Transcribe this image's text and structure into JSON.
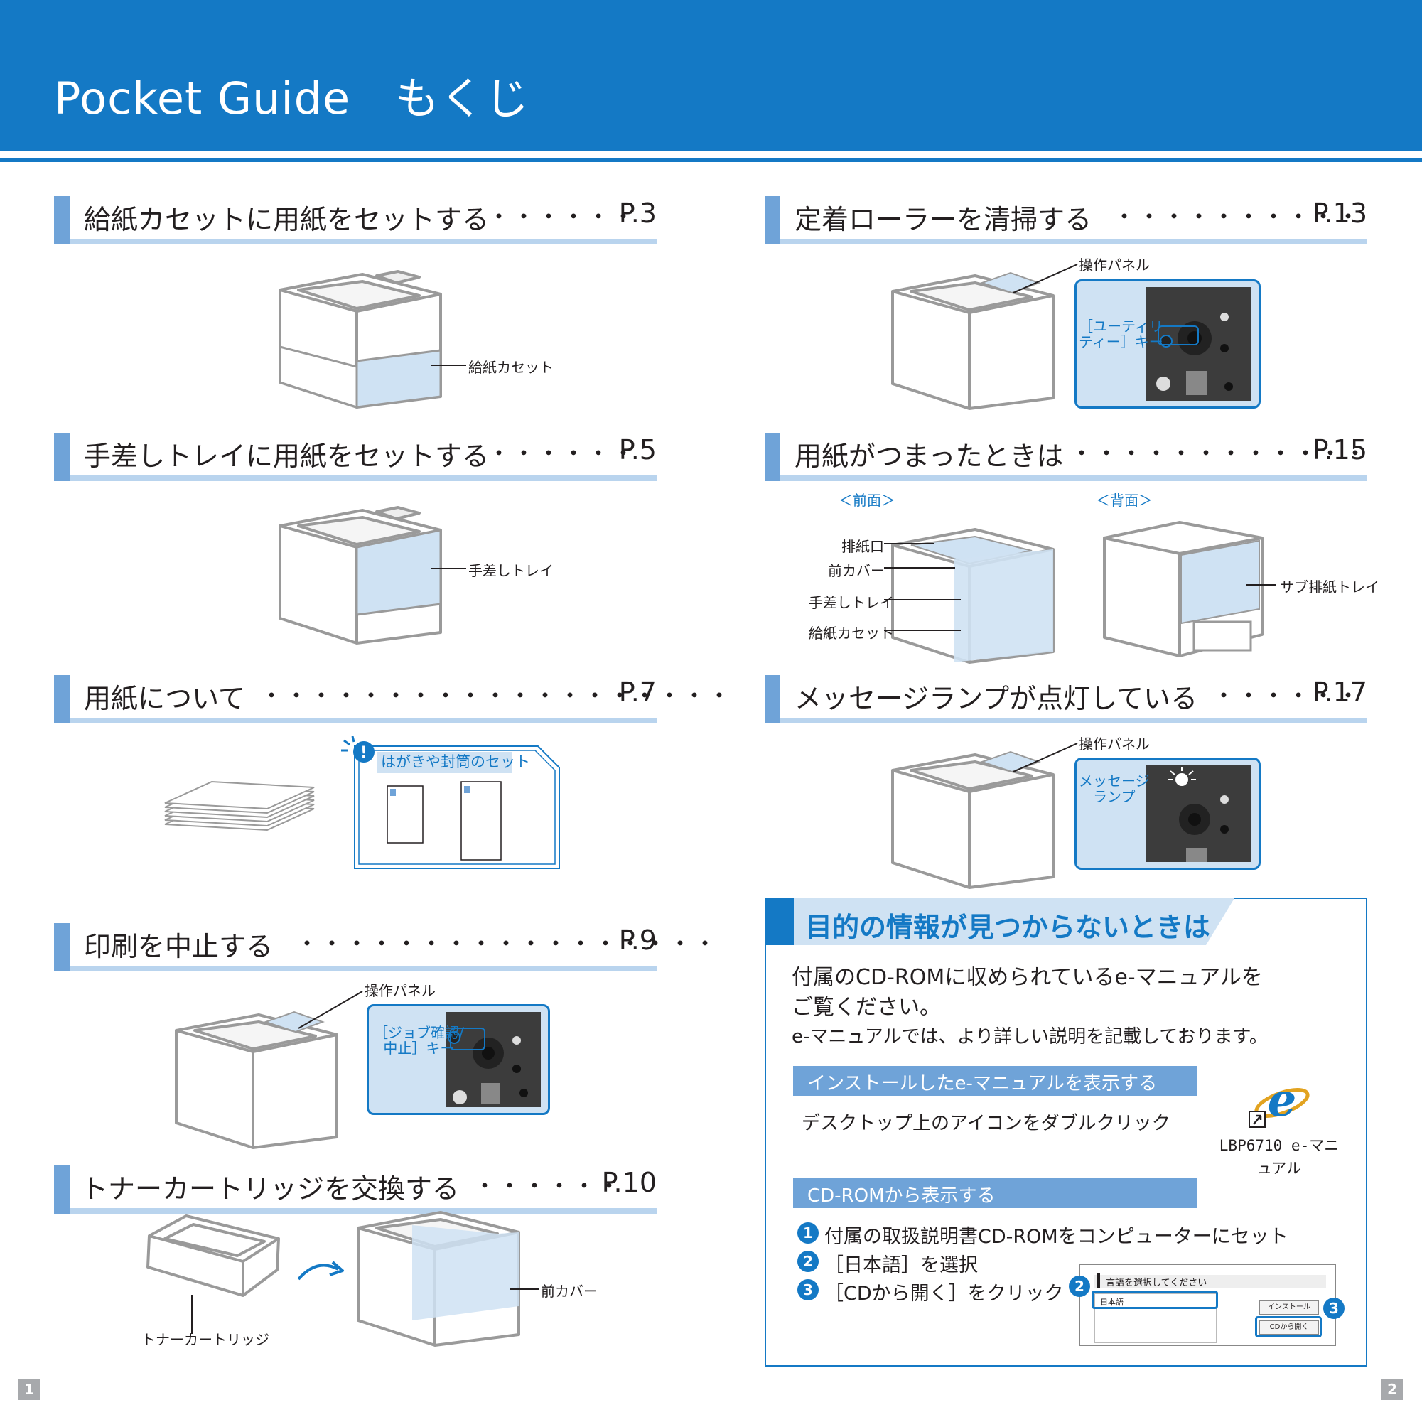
{
  "header": {
    "title": "Pocket Guide　もくじ"
  },
  "sections": [
    {
      "title": "給紙カセットに用紙をセットする",
      "dots": "・・・・・・",
      "page": "P.3"
    },
    {
      "title": "手差しトレイに用紙をセットする",
      "dots": "・・・・・・",
      "page": "P.5"
    },
    {
      "title": "用紙について",
      "dots": "・・・・・・・・・・・・・・・・・・・",
      "page": "P.7"
    },
    {
      "title": "印刷を中止する",
      "dots": "・・・・・・・・・・・・・・・・・",
      "page": "P.9"
    },
    {
      "title": "トナーカートリッジを交換する",
      "dots": "・・・・・・",
      "page": "P.10"
    },
    {
      "title": "定着ローラーを清掃する",
      "dots": "・・・・・・・・・・",
      "page": "P.13"
    },
    {
      "title": "用紙がつまったときは",
      "dots": "・・・・・・・・・・・・",
      "page": "P.15"
    },
    {
      "title": "メッセージランプが点灯している",
      "dots": "・・・・・・",
      "page": "P.17"
    }
  ],
  "labels": {
    "cassette": "給紙カセット",
    "manual_tray": "手差しトレイ",
    "postcard_title": "はがきや封筒のセット",
    "panel_p9": "操作パネル",
    "job_key": [
      "［ジョブ確認/",
      "中止］キー"
    ],
    "toner": "トナーカートリッジ",
    "front_cover": "前カバー",
    "panel_p13": "操作パネル",
    "utility_key": [
      "［ユーティリ",
      "ティー］キー"
    ],
    "front_view": "＜前面＞",
    "back_view": "＜背面＞",
    "output_slot": "排紙口",
    "front_cover_p15": "前カバー",
    "manual_tray_p15": "手差しトレイ",
    "cassette_p15": "給紙カセット",
    "sub_tray": "サブ排紙トレイ",
    "panel_p17": "操作パネル",
    "message_lamp": [
      "メッセージ",
      "ランプ"
    ]
  },
  "info": {
    "heading": "目的の情報が見つからないときは",
    "lead_line1": "付属のCD-ROMに収められているe-マニュアルを",
    "lead_line2": "ご覧ください。",
    "note": "e-マニュアルでは、より詳しい説明を記載しております。",
    "sub1": "インストールしたe-マニュアルを表示する",
    "sub1_desc": "デスクトップ上のアイコンをダブルクリック",
    "icon_label_line1": "LBP6710 e-マニ",
    "icon_label_line2": "ュアル",
    "sub2": "CD-ROMから表示する",
    "steps": [
      "付属の取扱説明書CD-ROMをコンピューターにセット",
      "［日本語］を選択",
      "［CDから開く］をクリック"
    ],
    "step_nums": [
      "1",
      "2",
      "3"
    ],
    "dialog_title": "言語を選択してください",
    "dialog_lang": "日本語",
    "dialog_install": "インストール",
    "dialog_open": "CDから開く"
  },
  "page_numbers": [
    "1",
    "2"
  ],
  "colors": {
    "brand": "#1479c5",
    "bar": "#6fa3d8",
    "underline": "#b9d4ee",
    "highlight": "#cfe2f3"
  }
}
